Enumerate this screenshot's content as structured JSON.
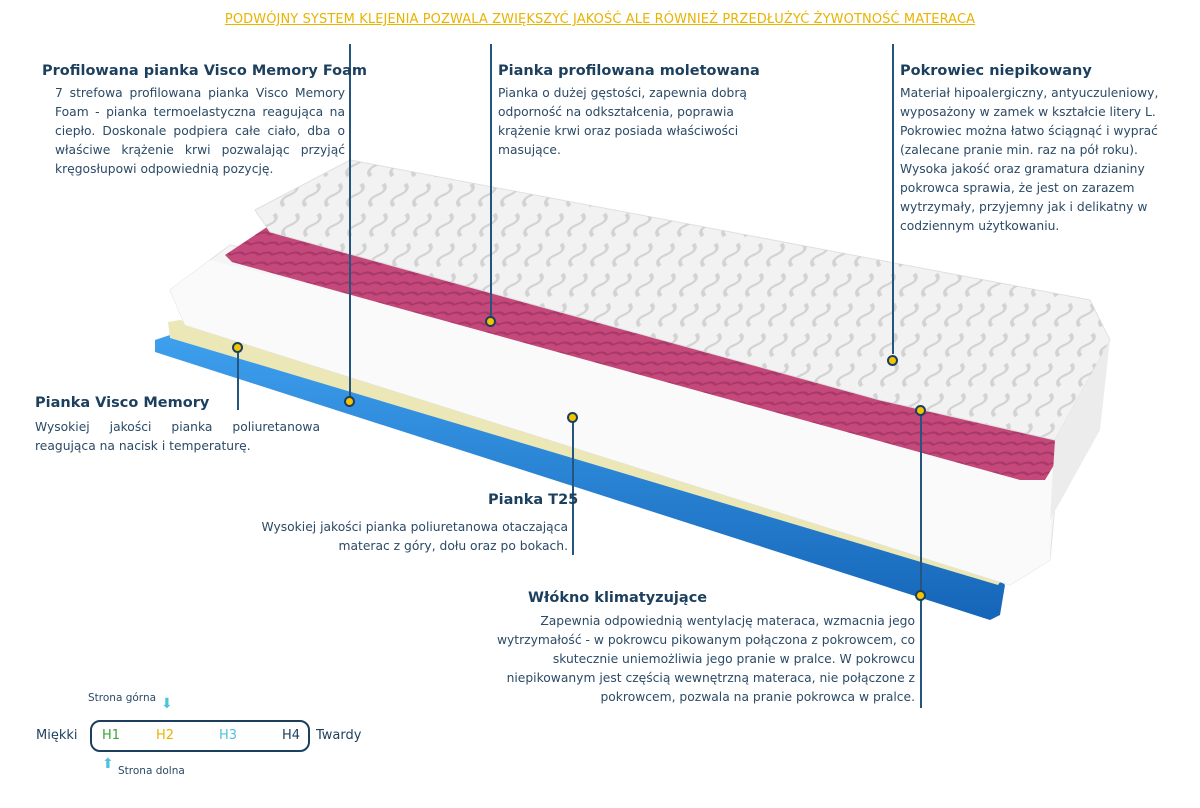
{
  "banner": "PODWÓJNY SYSTEM KLEJENIA POZWALA ZWIĘKSZYĆ JAKOŚĆ ALE RÓWNIEŻ PRZEDŁUŻYĆ ŻYWOTNOŚĆ MATERACA",
  "sections": {
    "visco_profiled": {
      "title": "Profilowana pianka Visco Memory Foam",
      "text": "7 strefowa profilowana pianka Visco Memory Foam - pianka termoelastyczna reagująca na ciepło.  Doskonale podpiera całe ciało, dba o właściwe krążenie krwi pozwalając przyjąć kręgosłupowi odpowiednią pozycję."
    },
    "moletowana": {
      "title": "Pianka profilowana moletowana",
      "text": "Pianka o dużej gęstości, zapewnia dobrą odporność na odkształcenia, poprawia krążenie krwi oraz posiada właściwości masujące."
    },
    "pokrowiec": {
      "title": "Pokrowiec  niepikowany",
      "text": "Materiał hipoalergiczny, antyuczuleniowy, wyposażony w zamek w kształcie litery L. Pokrowiec można łatwo ściągnąć i wyprać (zalecane pranie min.  raz na pół roku). Wysoka jakość oraz gramatura dzianiny pokrowca sprawia, że jest on zarazem wytrzymały, przyjemny jak i delikatny w codziennym użytkowaniu."
    },
    "visco": {
      "title": "Pianka Visco Memory",
      "text": "Wysokiej jakości pianka poliuretanowa reagująca na nacisk i temperaturę."
    },
    "t25": {
      "title": "Pianka T25",
      "text": "Wysokiej jakości pianka poliuretanowa otaczająca materac z góry, dołu oraz po bokach."
    },
    "wlokno": {
      "title": "Włókno klimatyzujące",
      "text": "Zapewnia odpowiednią wentylację materaca, wzmacnia jego wytrzymałość - w pokrowcu pikowanym połączona z pokrowcem, co skutecznie uniemożliwia jego pranie w pralce. W pokrowcu niepikowanym jest częścią wewnętrzną materaca, nie połączone z pokrowcem, pozwala na pranie pokrowca w pralce."
    }
  },
  "hardness": {
    "top_label": "Strona górna",
    "bottom_label": "Strona dolna",
    "soft": "Miękki",
    "hard": "Twardy",
    "levels": [
      {
        "label": "H1",
        "color": "#3aa53a"
      },
      {
        "label": "H2",
        "color": "#e8b400"
      },
      {
        "label": "H3",
        "color": "#4cc3d9"
      },
      {
        "label": "H4",
        "color": "#1d3f5e"
      }
    ]
  },
  "colors": {
    "accent_line": "#24557f",
    "dot": "#f4c400",
    "pink_layer": "#c4497a",
    "blue_layer": "#1e7fd1",
    "yellow_layer": "#ece7b6"
  }
}
